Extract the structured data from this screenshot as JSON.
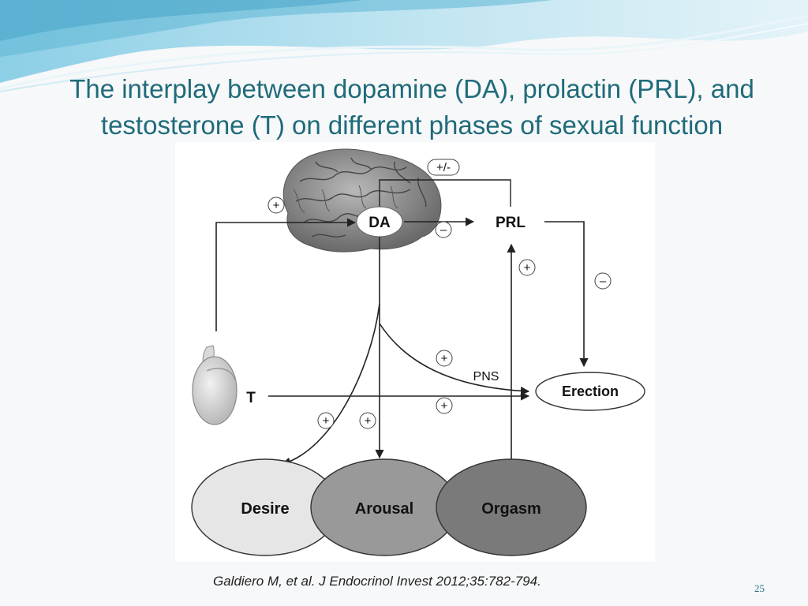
{
  "slide": {
    "title_lines": [
      "The interplay between dopamine (DA), prolactin (PRL), and",
      "testosterone (T) on different phases of sexual function"
    ],
    "citation": "Galdiero M, et al. J Endocrinol Invest 2012;35:782-794.",
    "page_number": "25",
    "colors": {
      "title": "#1f6b7a",
      "wave": "#5fb6d6"
    }
  },
  "diagram": {
    "nodes": {
      "da": "DA",
      "prl": "PRL",
      "t": "T",
      "erection": "Erection",
      "pns": "PNS",
      "desire": "Desire",
      "arousal": "Arousal",
      "orgasm": "Orgasm"
    },
    "signs": {
      "da_prl_feedback": "+/-",
      "t_to_da": "+",
      "da_to_prl": "–",
      "orgasm_to_prl": "+",
      "prl_to_erection": "–",
      "pns_to_erection": "+",
      "t_to_erection": "+",
      "to_desire": "+",
      "to_arousal": "+"
    },
    "icons": [
      "brain-icon",
      "testis-icon"
    ]
  }
}
